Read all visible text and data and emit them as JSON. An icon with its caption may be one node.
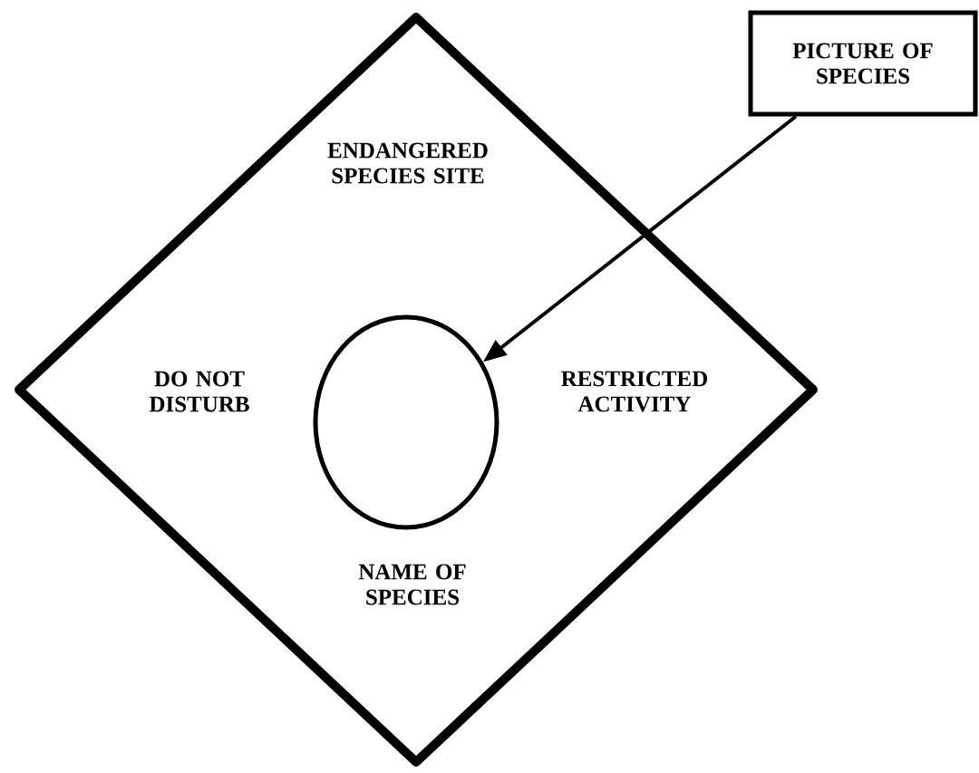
{
  "diagram": {
    "nodes": [
      {
        "text": [
          "ENDANGERED SPECIES SITE",
          "DO NOT DISTURB",
          "RESTRICTED ACTIVITY",
          "NAME OF SPECIES"
        ]
      },
      {
        "text": [],
        "shape": "circle",
        "in": 0
      },
      {
        "text": [
          "PICTURE OF SPECIES"
        ]
      }
    ],
    "edges": [
      {
        "from": 2,
        "to": 1,
        "arrow": "to"
      }
    ]
  }
}
